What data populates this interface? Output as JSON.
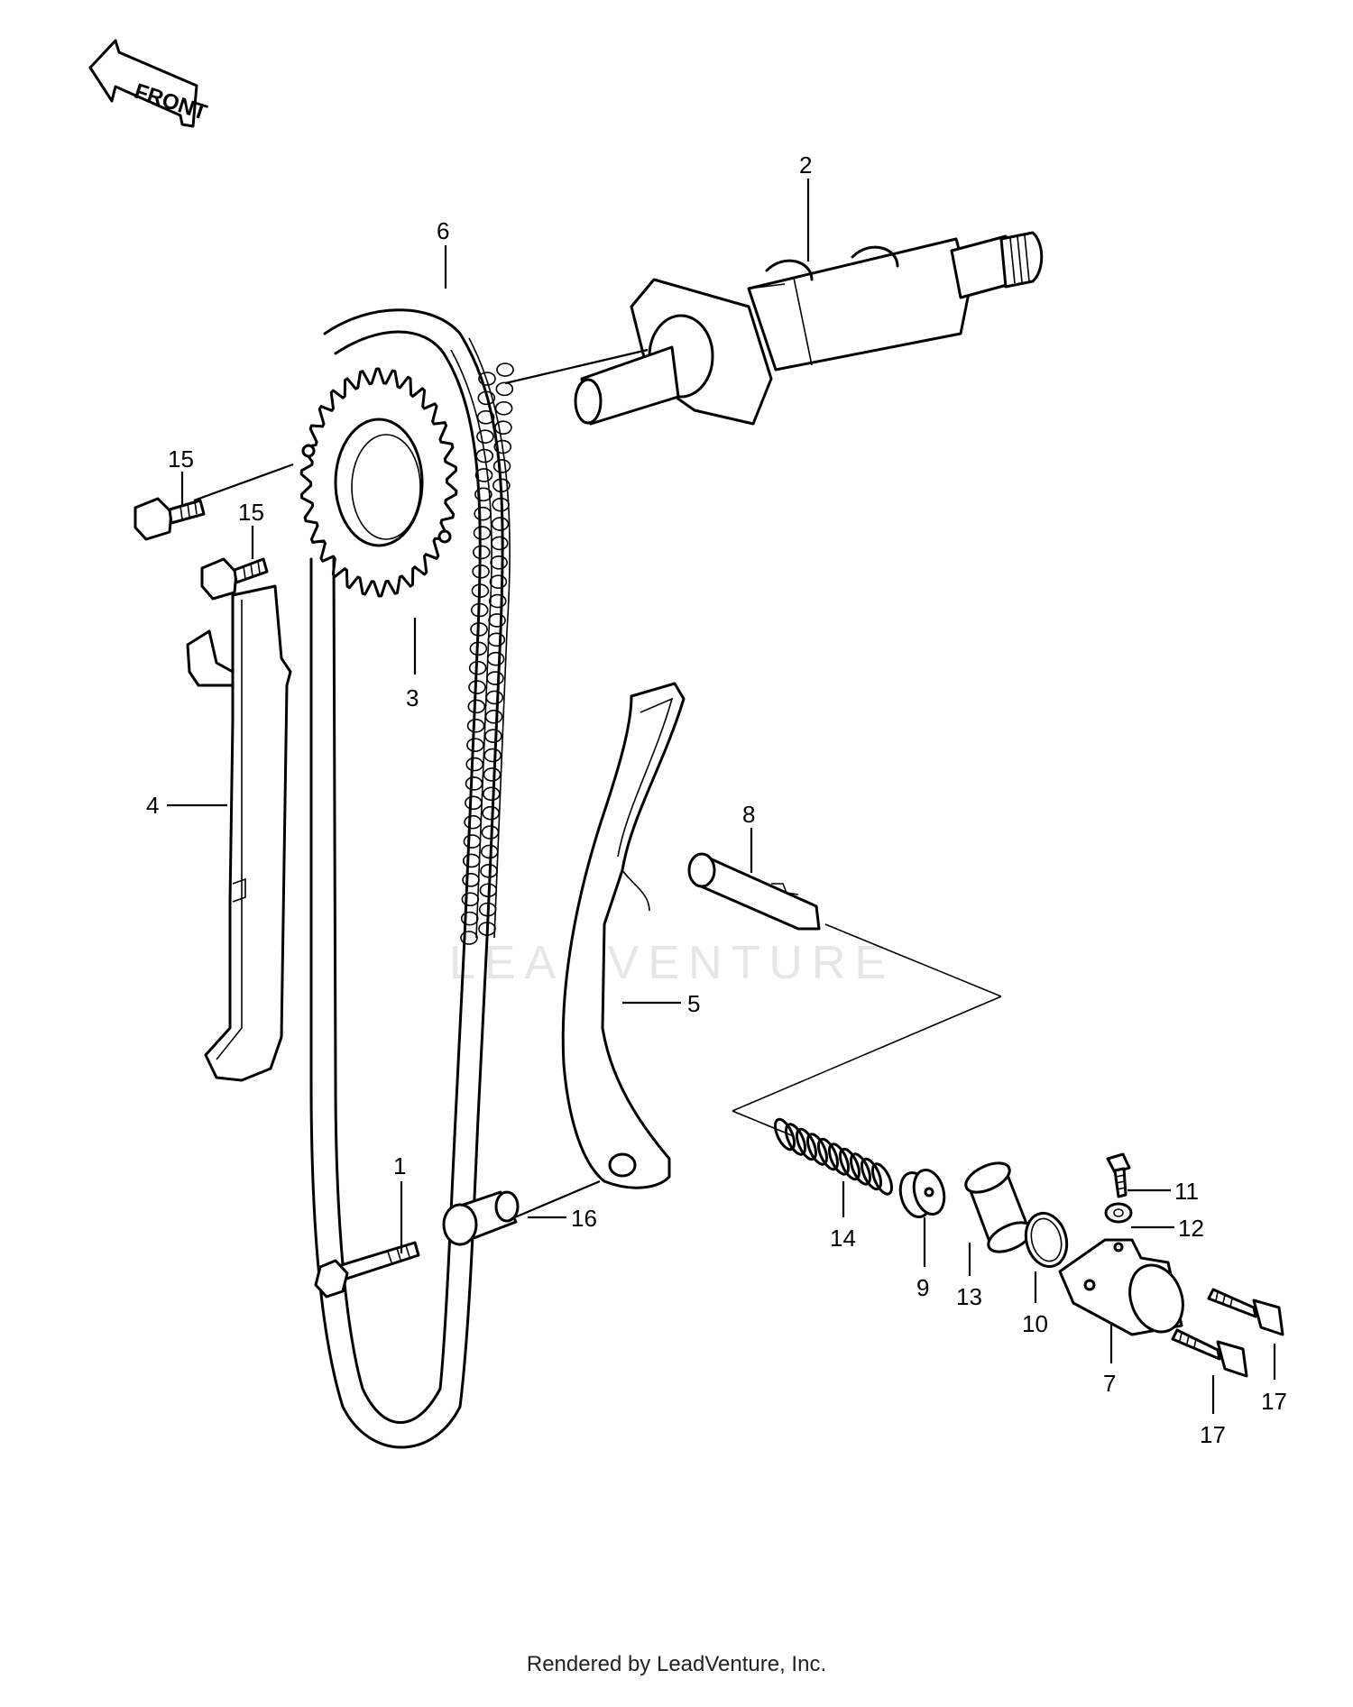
{
  "front_label": "FRONT",
  "watermark": "LEADVENTURE",
  "footer": "Rendered by LeadVenture, Inc.",
  "callouts": {
    "p1": "1",
    "p2": "2",
    "p3": "3",
    "p4": "4",
    "p5": "5",
    "p6": "6",
    "p7": "7",
    "p8": "8",
    "p9": "9",
    "p10": "10",
    "p11": "11",
    "p12": "12",
    "p13": "13",
    "p14": "14",
    "p15a": "15",
    "p15b": "15",
    "p16": "16",
    "p17a": "17",
    "p17b": "17"
  }
}
